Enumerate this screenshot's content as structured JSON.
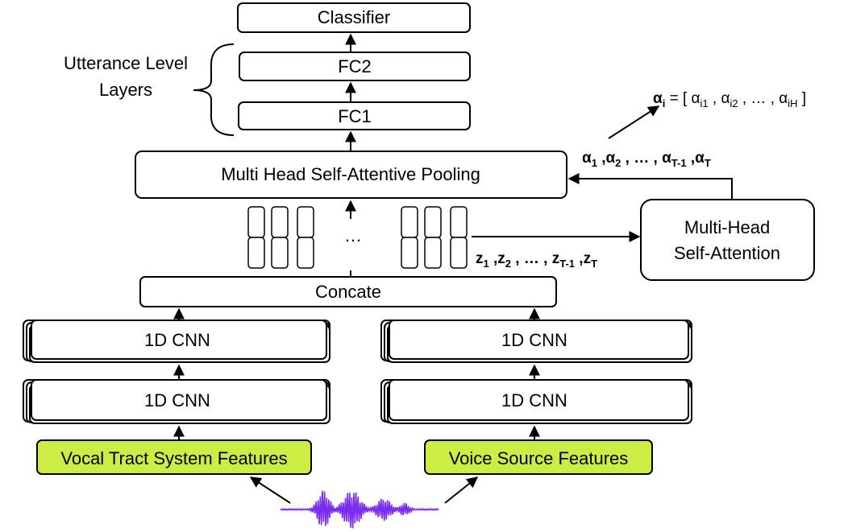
{
  "blocks": {
    "classifier": "Classifier",
    "fc2": "FC2",
    "fc1": "FC1",
    "pooling": "Multi Head Self-Attentive Pooling",
    "concate": "Concate",
    "cnn_left_top": "1D CNN",
    "cnn_left_bottom": "1D CNN",
    "cnn_right_top": "1D CNN",
    "cnn_right_bottom": "1D CNN",
    "vocal_tract": "Vocal Tract System Features",
    "voice_source": "Voice Source Features",
    "mhsa_line1": "Multi-Head",
    "mhsa_line2": "Self-Attention"
  },
  "brace_label": {
    "line1": "Utterance Level",
    "line2": "Layers"
  },
  "ellipsis": "…",
  "z_sequence": {
    "z": "z",
    "s1": "1",
    "s2": "2",
    "sT1": "T-1",
    "sT": "T",
    "sep": " ,",
    "dots": " , … , "
  },
  "alpha_sequence": {
    "a": "α",
    "s1": "1",
    "s2": "2",
    "sT1": "T-1",
    "sT": "T",
    "sep": " ,",
    "dots": " , … , "
  },
  "alpha_def": {
    "lhs": "α",
    "lhs_sub": "i",
    "eq": " = [ ",
    "e1": "α",
    "e1_sub": "i1",
    "e2": "α",
    "e2_sub": "i2",
    "mid": " , … , ",
    "e3": "α",
    "e3_sub": "iH",
    "comma": " , ",
    "close": " ]"
  },
  "colors": {
    "feature_fill": "#ccee44",
    "waveform": "#7a2cf0"
  },
  "icons": [
    "arrow-icon",
    "waveform-icon",
    "brace-icon"
  ]
}
